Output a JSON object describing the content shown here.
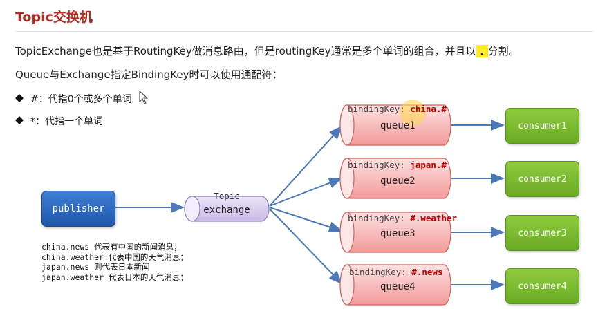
{
  "title": "Topic交换机",
  "description": {
    "line1_before": "TopicExchange也是基于RoutingKey做消息路由，但是routingKey通常是多个单词的组合，并且以",
    "line1_highlight": ".",
    "line1_after": "分割。",
    "line2": "Queue与Exchange指定BindingKey时可以使用通配符："
  },
  "wildcards": [
    {
      "text": "#：代指0个或多个单词"
    },
    {
      "text": "*：代指一个单词"
    }
  ],
  "diagram": {
    "publisher": {
      "label": "publisher"
    },
    "exchange": {
      "type_label": "Topic",
      "label": "exchange"
    },
    "binding_prefix": "bindingKey: ",
    "queues": [
      {
        "name": "queue1",
        "binding_key": "china.#",
        "consumer": "consumer1"
      },
      {
        "name": "queue2",
        "binding_key": "japan.#",
        "consumer": "consumer2"
      },
      {
        "name": "queue3",
        "binding_key": "#.weather",
        "consumer": "consumer3"
      },
      {
        "name": "queue4",
        "binding_key": "#.news",
        "consumer": "consumer4"
      }
    ]
  },
  "notes": [
    "china.news 代表有中国的新闻消息；",
    "china.weather 代表中国的天气消息；",
    "japan.news 则代表日本新闻",
    "japan.weather 代表日本的天气消息；"
  ],
  "colors": {
    "title": "#b52a1e",
    "highlight": "#ffeb2a",
    "publisher": "#2a66c0",
    "queue": "#f7a6a6",
    "consumer": "#7bbd2f",
    "arrow": "#4a78b8",
    "binding_key": "#c00000"
  },
  "icons": [
    "diamond-bullet-icon",
    "mouse-cursor-icon",
    "pointer-highlight-icon"
  ]
}
